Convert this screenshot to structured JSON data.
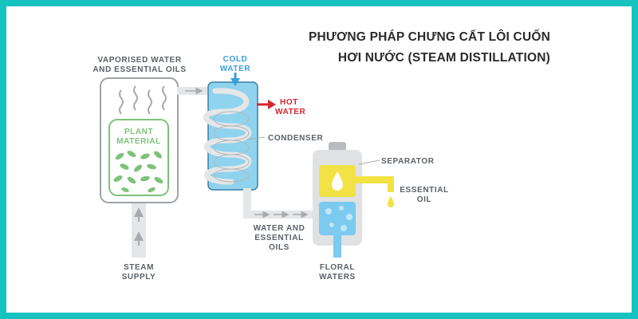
{
  "title": {
    "line1": "PHƯƠNG PHÁP CHƯNG CẤT LÔI CUỐN",
    "line2": "HƠI NƯỚC (STEAM DISTILLATION)"
  },
  "labels": {
    "vaporised_1": "VAPORISED WATER",
    "vaporised_2": "AND ESSENTIAL OILS",
    "cold_1": "COLD",
    "cold_2": "WATER",
    "hot_1": "HOT",
    "hot_2": "WATER",
    "condenser": "CONDENSER",
    "separator": "SEPARATOR",
    "essential_1": "ESSENTIAL",
    "essential_2": "OIL",
    "plant_1": "PLANT",
    "plant_2": "MATERIAL",
    "water_oils_1": "WATER AND",
    "water_oils_2": "ESSENTIAL",
    "water_oils_3": "OILS",
    "steam_1": "STEAM",
    "steam_2": "SUPPLY",
    "floral_1": "FLORAL",
    "floral_2": "WATERS"
  },
  "colors": {
    "border": "#16c3c0",
    "plant_green": "#7ec27a",
    "condenser_blue": "#8fd3ee",
    "water_blue": "#3b9fdc",
    "hot_red": "#d6262e",
    "oil_yellow": "#f2e244",
    "pipe_grey": "#e4e6e8"
  }
}
